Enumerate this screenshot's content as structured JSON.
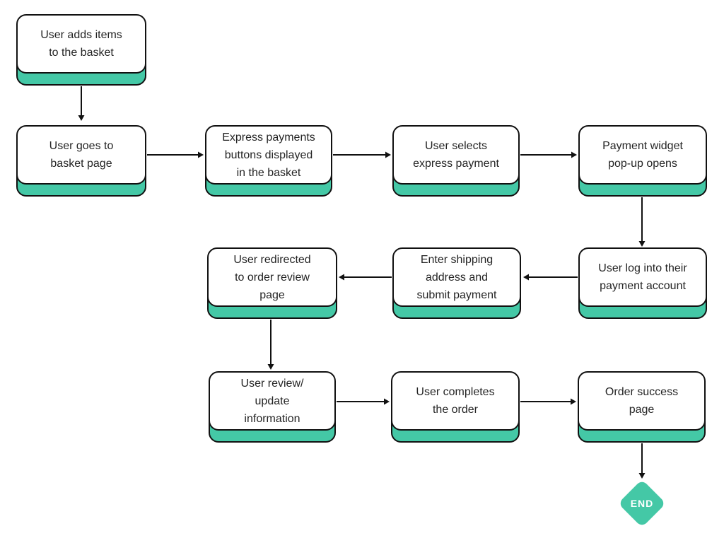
{
  "diagram": {
    "type": "flowchart",
    "accent_color": "#44C8A6",
    "node_fill": "#ffffff",
    "border_color": "#111111",
    "nodes": [
      {
        "id": "add-items",
        "label": "User adds items\nto the basket"
      },
      {
        "id": "basket-page",
        "label": "User goes to\nbasket page"
      },
      {
        "id": "express-buttons",
        "label": "Express payments\nbuttons displayed\nin the basket"
      },
      {
        "id": "select-express",
        "label": "User selects\nexpress payment"
      },
      {
        "id": "widget-opens",
        "label": "Payment widget\npop-up opens"
      },
      {
        "id": "login-payment",
        "label": "User log into their\npayment account"
      },
      {
        "id": "enter-shipping",
        "label": "Enter shipping\naddress and\nsubmit payment"
      },
      {
        "id": "order-review",
        "label": "User redirected\nto order review\npage"
      },
      {
        "id": "review-update",
        "label": "User review/\nupdate\ninformation"
      },
      {
        "id": "complete-order",
        "label": "User completes\nthe order"
      },
      {
        "id": "success-page",
        "label": "Order success\npage"
      }
    ],
    "terminator": {
      "label": "END"
    },
    "edges": [
      {
        "from": "add-items",
        "to": "basket-page"
      },
      {
        "from": "basket-page",
        "to": "express-buttons"
      },
      {
        "from": "express-buttons",
        "to": "select-express"
      },
      {
        "from": "select-express",
        "to": "widget-opens"
      },
      {
        "from": "widget-opens",
        "to": "login-payment"
      },
      {
        "from": "login-payment",
        "to": "enter-shipping"
      },
      {
        "from": "enter-shipping",
        "to": "order-review"
      },
      {
        "from": "order-review",
        "to": "review-update"
      },
      {
        "from": "review-update",
        "to": "complete-order"
      },
      {
        "from": "complete-order",
        "to": "success-page"
      },
      {
        "from": "success-page",
        "to": "end"
      }
    ]
  }
}
